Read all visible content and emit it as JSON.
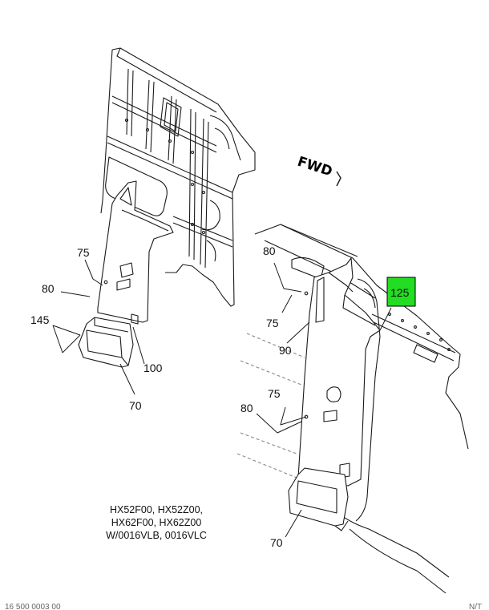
{
  "diagram": {
    "direction_label": "FWD",
    "caption_lines": [
      "HX52F00, HX52Z00,",
      "HX62F00, HX62Z00",
      "W/0016VLB, 0016VLC"
    ],
    "callouts": {
      "left_75": "75",
      "left_80": "80",
      "left_145": "145",
      "left_100": "100",
      "left_70": "70",
      "right_80_top": "80",
      "right_75_top": "75",
      "right_90": "90",
      "right_125": "125",
      "right_75_bottom": "75",
      "right_80_bottom": "80",
      "right_70": "70"
    },
    "highlight_color": "#22dd22",
    "footer_left": "16 500 0003 00",
    "footer_right": "N/T"
  }
}
